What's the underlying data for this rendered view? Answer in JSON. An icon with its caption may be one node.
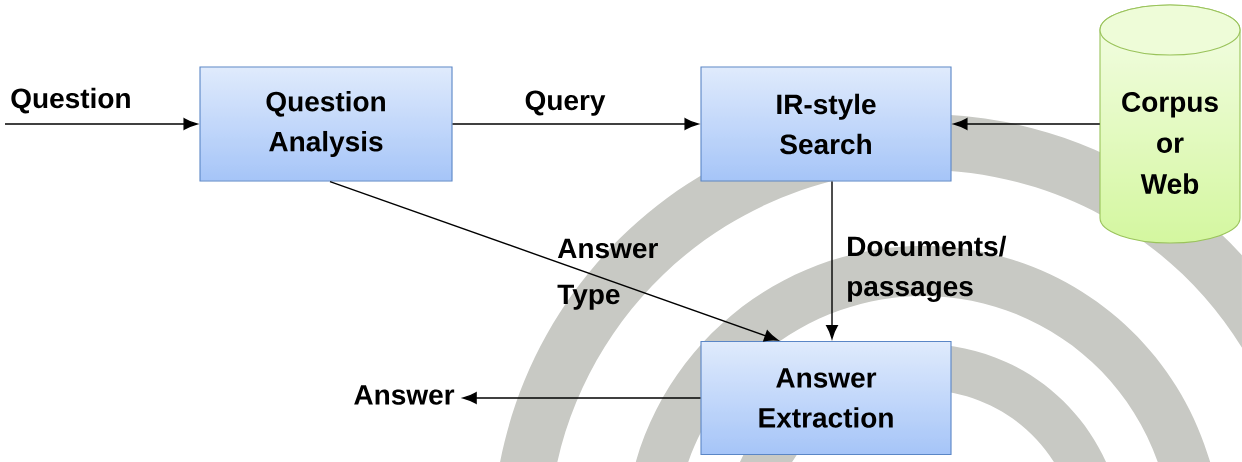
{
  "diagram": {
    "nodes": [
      {
        "text": [
          "Question Analysis"
        ]
      },
      {
        "text": [
          "IR-style Search"
        ]
      },
      {
        "text": [
          "Corpus or Web"
        ]
      },
      {
        "text": [
          "Answer Extraction"
        ]
      },
      {
        "text": [
          "Answer"
        ]
      }
    ],
    "edges": [
      {
        "from": null,
        "to": 0,
        "arrow": "to",
        "label": "Question"
      },
      {
        "from": 0,
        "to": 1,
        "arrow": "to",
        "label": "Query"
      },
      {
        "from": 2,
        "to": 1,
        "arrow": "to"
      },
      {
        "from": 0,
        "to": 3,
        "arrow": "to",
        "label": "Answer Type"
      },
      {
        "from": 1,
        "to": 3,
        "arrow": "to",
        "label": "Documents/ passages"
      },
      {
        "from": 3,
        "to": 4,
        "arrow": "to"
      }
    ]
  }
}
